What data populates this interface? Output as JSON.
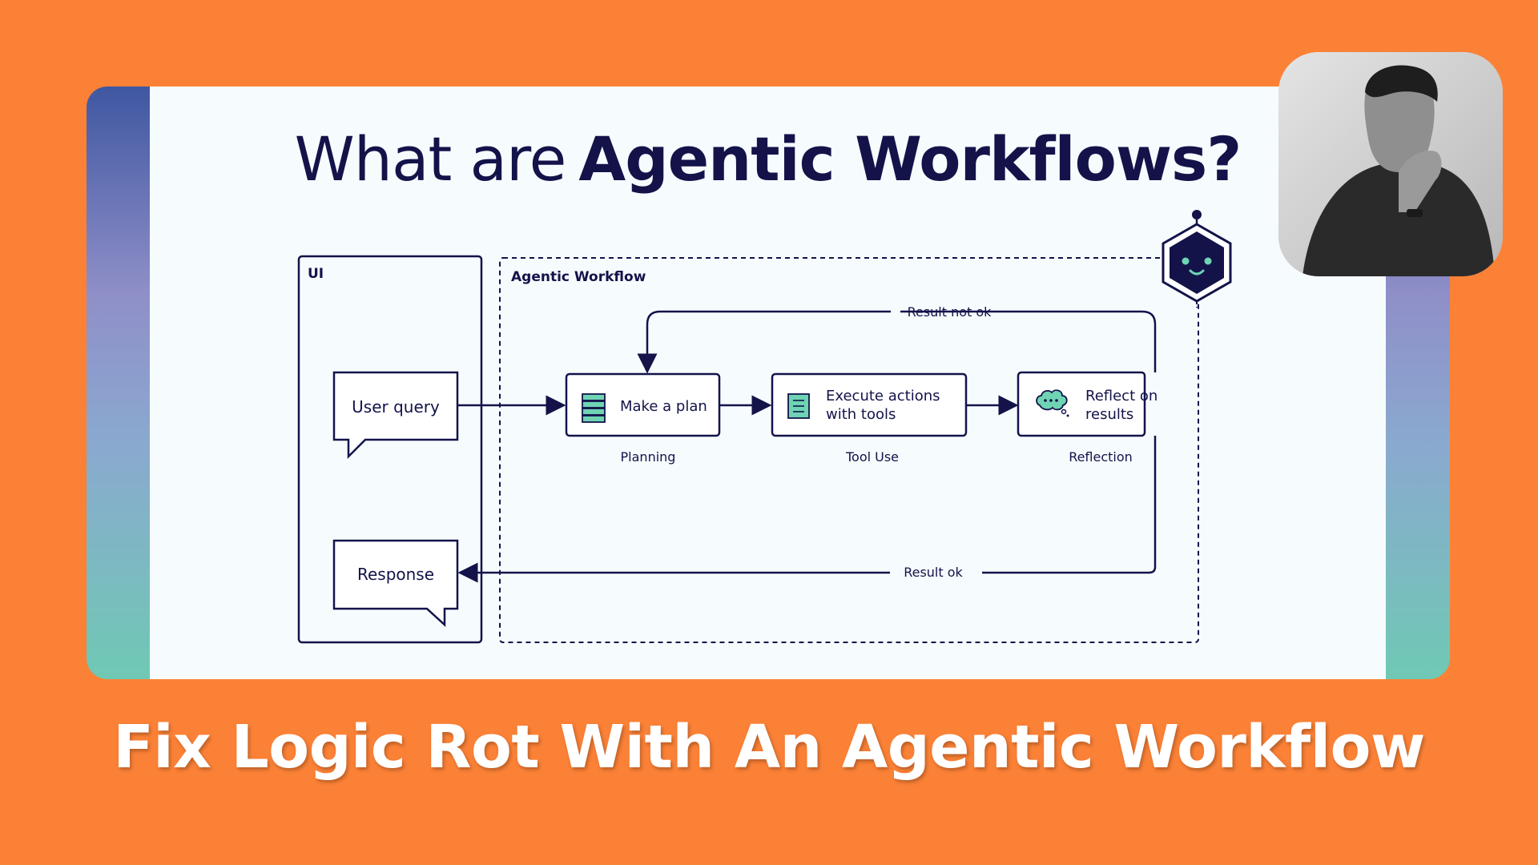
{
  "slide": {
    "title_light": "What are",
    "title_bold": "Agentic Workflows?"
  },
  "diagram": {
    "ui_container_label": "UI",
    "workflow_container_label": "Agentic Workflow",
    "user_query": "User query",
    "response": "Response",
    "steps": [
      {
        "label_line1": "Make a plan",
        "label_line2": "",
        "caption": "Planning",
        "icon": "stack-icon"
      },
      {
        "label_line1": "Execute actions",
        "label_line2": "with tools",
        "caption": "Tool Use",
        "icon": "document-icon"
      },
      {
        "label_line1": "Reflect on",
        "label_line2": "results",
        "caption": "Reflection",
        "icon": "thought-bubble-icon"
      }
    ],
    "loop_not_ok": "Result not ok",
    "loop_ok": "Result ok",
    "robot_icon": "robot-hexagon-icon"
  },
  "presenter": {
    "avatar_icon": "presenter-avatar"
  },
  "caption": "Fix Logic Rot With An Agentic Workflow",
  "colors": {
    "background": "#fb8136",
    "navy": "#13134a",
    "accent_teal": "#6ed4b3",
    "slide_bg": "#f6fbfd"
  }
}
